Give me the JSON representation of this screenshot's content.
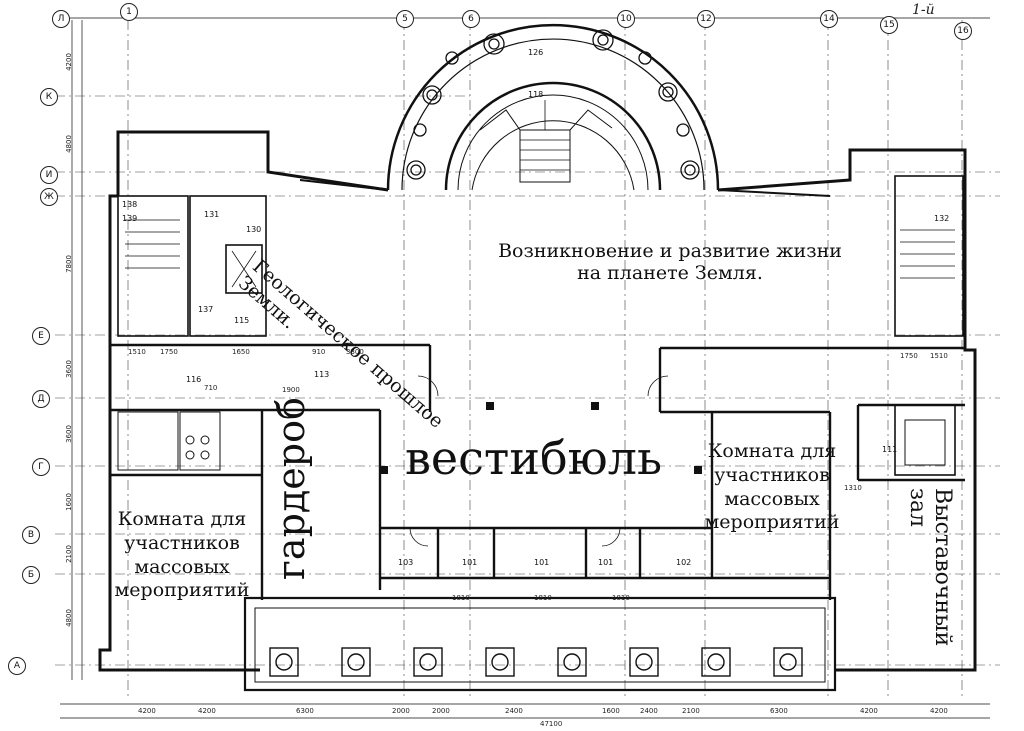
{
  "labels": {
    "geology": "Геологическое прошлое\nЗемли.",
    "evolution": "Возникновение и развитие жизни\nна планете Земля.",
    "vestibule": "вестибюль",
    "wardrobe": "гардероб",
    "room_left": "Комната для\nучастников\nмассовых\nмероприятий",
    "room_right": "Комната для\nучастников\nмассовых\nмероприятий",
    "exhibition": "Выставочный\nзал"
  },
  "corner_note": "1-й",
  "axes_top": [
    "Л",
    "1",
    "5",
    "6",
    "10",
    "12",
    "14",
    "15",
    "16"
  ],
  "axes_left": [
    "К",
    "И",
    "Ж",
    "Е",
    "Д",
    "Г",
    "В",
    "Б",
    "А"
  ],
  "room_numbers": [
    "126",
    "118",
    "131",
    "130",
    "137",
    "115",
    "116",
    "113",
    "111",
    "103",
    "101",
    "101",
    "101",
    "102",
    "132",
    "138",
    "139"
  ],
  "dimensions": {
    "bottom": [
      "4200",
      "4200",
      "6300",
      "2000",
      "2000",
      "2400",
      "1600",
      "2400",
      "2100",
      "6300",
      "4200",
      "4200"
    ],
    "total": "47100",
    "left_side": [
      "4200",
      "4800",
      "7800",
      "3600",
      "3600",
      "1600",
      "2100",
      "4800"
    ],
    "inner": [
      "1510",
      "1750",
      "1650",
      "910",
      "3300",
      "1900",
      "710",
      "1810",
      "1810",
      "1810",
      "1310",
      "1510",
      "1750"
    ]
  }
}
